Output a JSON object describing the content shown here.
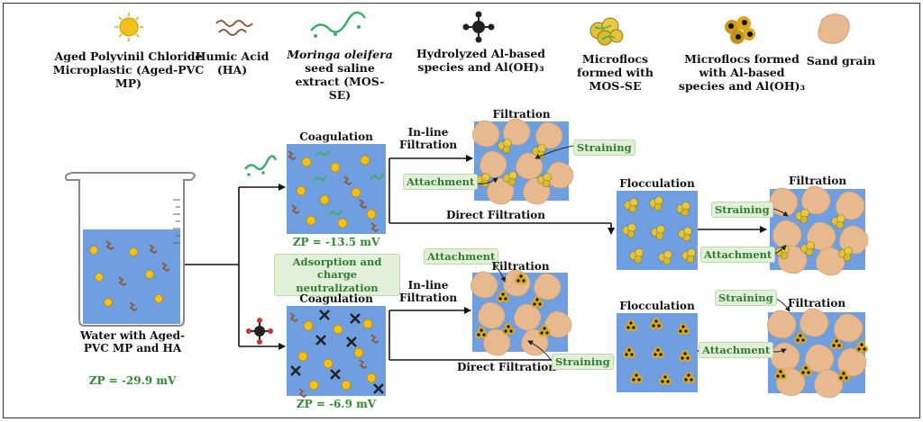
{
  "legend": {
    "pvc": "Aged Polyvinil Chloride Microplastic (Aged-PVC MP)",
    "ha": "Humic Acid (HA)",
    "mos_italic": "Moringa oleifera",
    "mos_rest": "seed saline extract (MOS-SE)",
    "al": "Hydrolyzed Al-based species and Al(OH)₃",
    "floc_mos": "Microflocs formed with MOS-SE",
    "floc_al": "Microflocs formed with Al-based species and Al(OH)₃",
    "sand": "Sand grain"
  },
  "beaker": {
    "label": "Water with Aged-PVC MP and HA",
    "zp": "ZP = -29.9 mV"
  },
  "top": {
    "coag_title": "Coagulation",
    "zp": "ZP = -13.5 mV",
    "inline": "In-line Filtration",
    "direct": "Direct Filtration",
    "filt1_title": "Filtration",
    "straining1": "Straining",
    "attachment1": "Attachment",
    "floc_title": "Flocculation",
    "filt2_title": "Filtration",
    "straining2": "Straining",
    "attachment2": "Attachment"
  },
  "mid_tag": "Adsorption and charge neutralization",
  "bottom": {
    "coag_title": "Coagulation",
    "zp": "ZP = -6.9 mV",
    "inline": "In-line Filtration",
    "direct": "Direct Filtration",
    "filt1_title": "Filtration",
    "attachment1": "Attachment",
    "straining1": "Straining",
    "floc_title": "Flocculation",
    "filt2_title": "Filtration",
    "straining2": "Straining",
    "attachment2": "Attachment"
  },
  "colors": {
    "water": "#6f9fe0",
    "sand": "#e8b98e",
    "pvc": "#f2c21b",
    "ha": "#8a5a3c",
    "mos": "#3fae6a",
    "al": "#222222",
    "tag_fill": "#e3f0d9",
    "zp_text": "#2e8b2e"
  }
}
